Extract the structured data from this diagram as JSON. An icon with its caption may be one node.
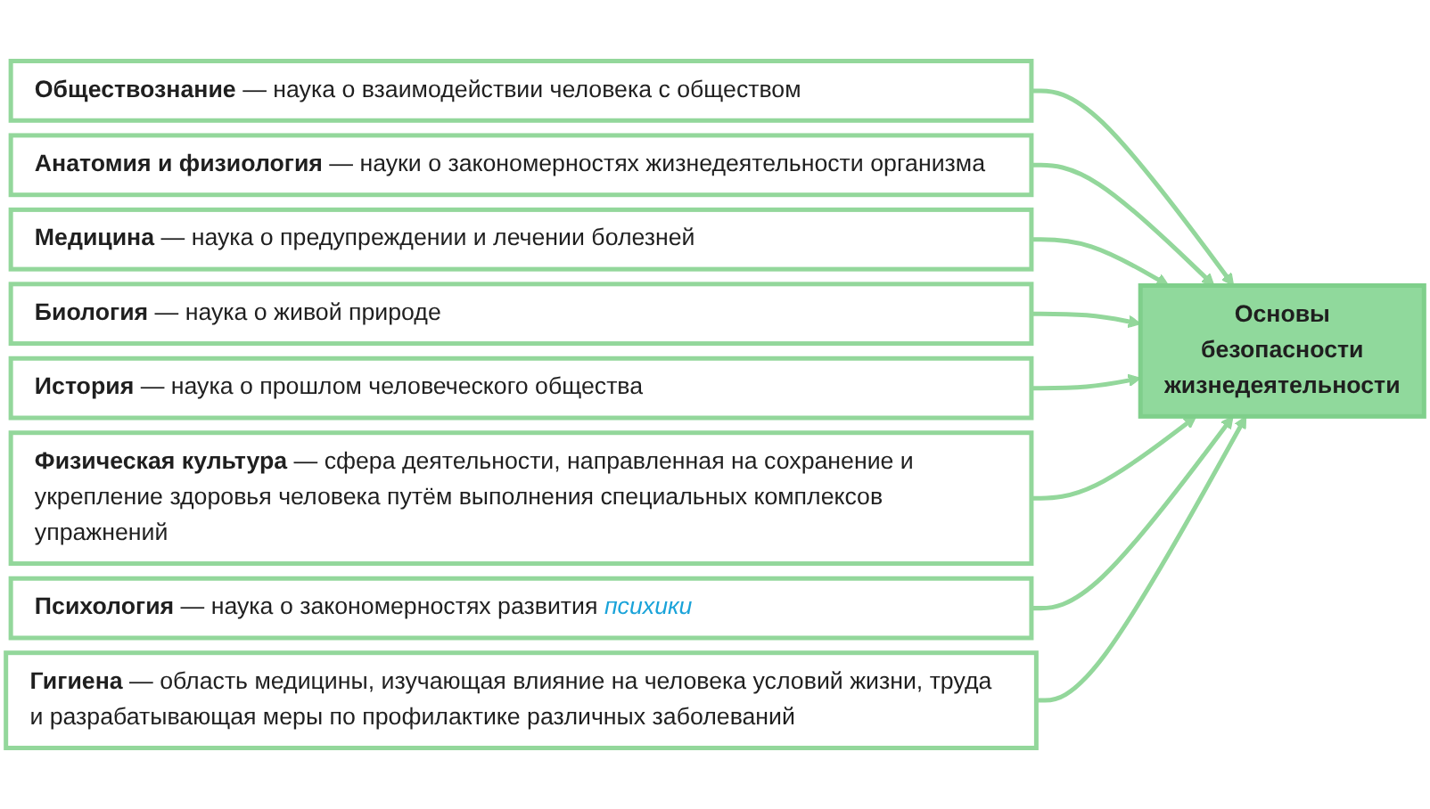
{
  "diagram": {
    "nodes": [
      {
        "text": [
          "**Обществознание** — наука о взаимодействии человека с обществом"
        ]
      },
      {
        "text": [
          "**Анатомия и физиология** — науки о закономерностях жизнедеятельности организма"
        ]
      },
      {
        "text": [
          "**Медицина** — наука о предупреждении и лечении болезней"
        ]
      },
      {
        "text": [
          "**Биология** — наука о живой природе"
        ]
      },
      {
        "text": [
          "Основы безопасности жизнедеятельности"
        ]
      },
      {
        "text": [
          "**История** — наука о прошлом человеческого общества"
        ]
      },
      {
        "text": [
          "**Физическая культура** — сфера деятельности, направленная на сохранение и укрепление здоровья человека путём выполнения специальных комплексов упражнений"
        ]
      },
      {
        "text": [
          "**Психология** — наука о закономерностях развития *психики*"
        ]
      },
      {
        "text": [
          "**Гигиена** — область медицины, изучающая влияние на человека условий жизни, труда и разрабатывающая меры по профилактике различных заболеваний"
        ]
      }
    ],
    "edges": [
      {
        "from": 0,
        "to": 4,
        "arrow": "to"
      },
      {
        "from": 1,
        "to": 4,
        "arrow": "to"
      },
      {
        "from": 2,
        "to": 4,
        "arrow": "to"
      },
      {
        "from": 3,
        "to": 4,
        "arrow": "to"
      },
      {
        "from": 5,
        "to": 4,
        "arrow": "to"
      },
      {
        "from": 6,
        "to": 4,
        "arrow": "to"
      },
      {
        "from": 7,
        "to": 4,
        "arrow": "to"
      },
      {
        "from": 8,
        "to": 4,
        "arrow": "to"
      }
    ]
  }
}
